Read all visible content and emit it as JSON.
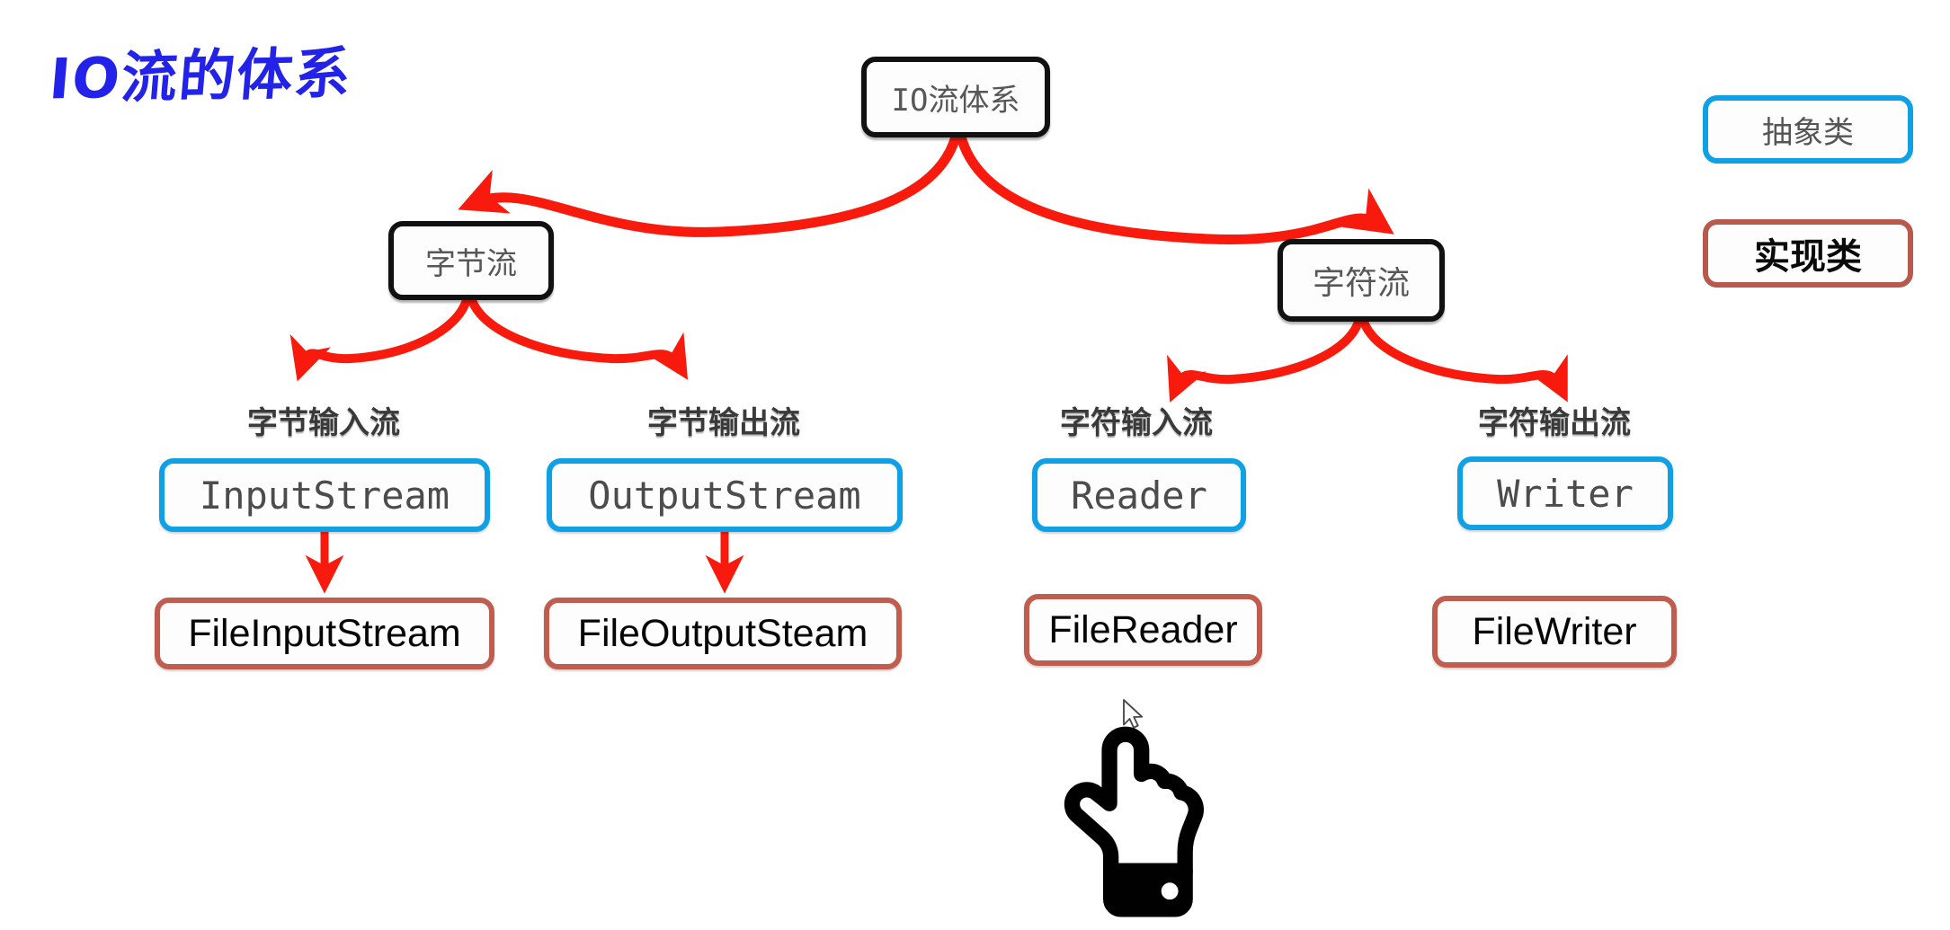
{
  "title": "IO流的体系",
  "nodes": {
    "root": {
      "label": "IO流体系"
    },
    "byte_stream": {
      "label": "字节流"
    },
    "char_stream": {
      "label": "字符流"
    },
    "byte_input": {
      "caption": "字节输入流",
      "abstract": "InputStream",
      "impl": "FileInputStream"
    },
    "byte_output": {
      "caption": "字节输出流",
      "abstract": "OutputStream",
      "impl": "FileOutputSteam"
    },
    "char_input": {
      "caption": "字符输入流",
      "abstract": "Reader",
      "impl": "FileReader"
    },
    "char_output": {
      "caption": "字符输出流",
      "abstract": "Writer",
      "impl": "FileWriter"
    }
  },
  "legend": {
    "abstract_label": "抽象类",
    "impl_label": "实现类"
  },
  "colors": {
    "title": "#2222e8",
    "arrow": "#f71a0d",
    "black_border": "#111111",
    "blue_border": "#0fa0e6",
    "red_border": "#c05d4e",
    "background": "#ffffff"
  },
  "cursors": {
    "pointer_arrow": "arrow-cursor",
    "hand": "hand-pointer-cursor"
  }
}
